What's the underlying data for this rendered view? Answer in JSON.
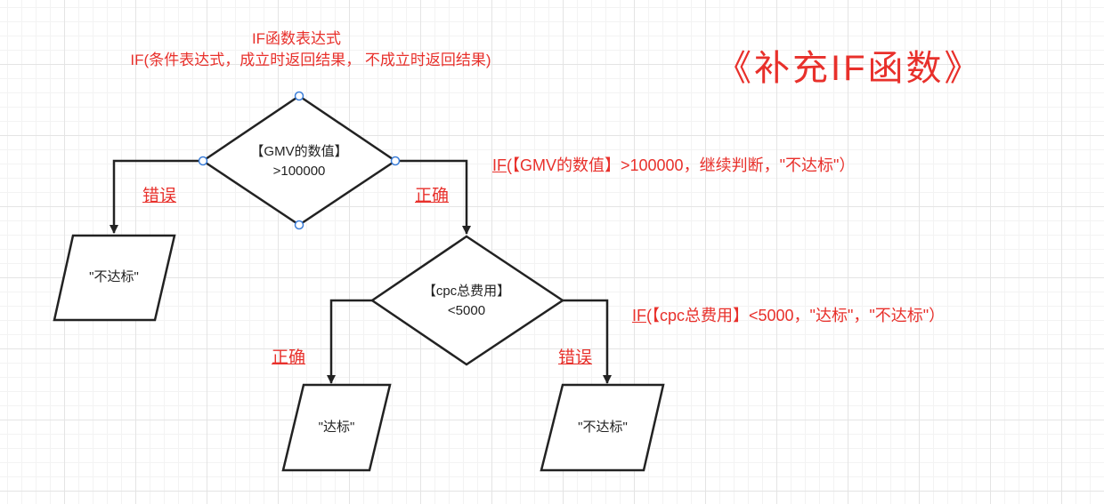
{
  "header": {
    "line1": "IF函数表达式",
    "line2": "IF(条件表达式，成立时返回结果， 不成立时返回结果)"
  },
  "title": "《补充IF函数》",
  "nodes": {
    "decision1": {
      "line1": "【GMV的数值】",
      "line2": ">100000"
    },
    "decision2": {
      "line1": "【cpc总费用】",
      "line2": "<5000"
    },
    "output_left": "\"不达标\"",
    "output_mid": "\"达标\"",
    "output_right": "\"不达标\""
  },
  "edges": {
    "d1_false": "错误",
    "d1_true": "正确",
    "d2_true": "正确",
    "d2_false": "错误"
  },
  "formulas": {
    "f1": {
      "if": "IF",
      "rest": "(【GMV的数值】>100000，继续判断，\"不达标\"）"
    },
    "f2": {
      "if": "IF",
      "rest": "(【cpc总费用】<5000，\"达标\"，\"不达标\"）"
    }
  },
  "colors": {
    "accent_red": "#e8302b",
    "stroke": "#222222",
    "handle_blue": "#3b7dd8"
  }
}
